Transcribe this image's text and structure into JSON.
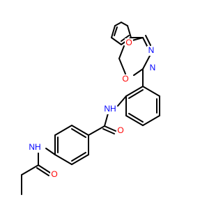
{
  "molecule": {
    "colors": {
      "bond": "#000000",
      "oxygen": "#ff0000",
      "nitrogen": "#0000ff",
      "carbon": "#000000"
    },
    "labels": {
      "furan_o": "O",
      "oxadiazole_n1": "N",
      "oxadiazole_n2": "N",
      "oxadiazole_o": "O",
      "amide_nh": "NH",
      "amide_o": "O",
      "propanamide_nh": "NH",
      "propanamide_o": "O"
    }
  }
}
